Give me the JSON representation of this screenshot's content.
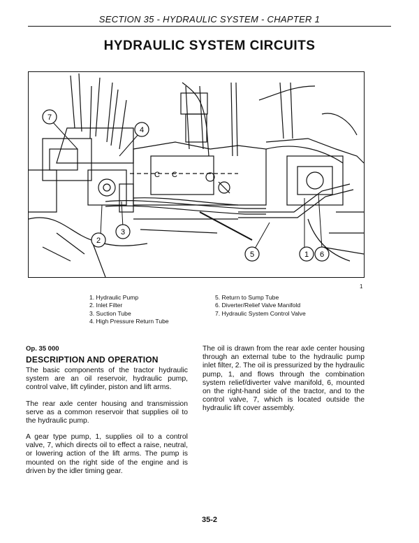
{
  "header": {
    "section": "SECTION 35 - HYDRAULIC SYSTEM - CHAPTER 1"
  },
  "page_title": "HYDRAULIC SYSTEM CIRCUITS",
  "figure": {
    "number": "1",
    "callouts": [
      "1",
      "2",
      "3",
      "4",
      "5",
      "6",
      "7"
    ],
    "labels": [
      "C",
      "C"
    ]
  },
  "legend": {
    "left": [
      "1.   Hydraulic Pump",
      "2.   Inlet Filter",
      "3.   Suction Tube",
      "4.   High Pressure Return Tube"
    ],
    "right": [
      "5.   Return to Sump Tube",
      "6.   Diverter/Relief Valve Manifold",
      "7.   Hydraulic System Control Valve"
    ]
  },
  "op_code": "Op. 35 000",
  "section_title": "DESCRIPTION AND OPERATION",
  "paragraphs": [
    "The basic components of the tractor hydraulic system are an oil reservoir, hydraulic pump, control valve, lift cylinder, piston and lift arms.",
    "The rear axle center housing and transmission serve as a common reservoir that supplies oil to the hydraulic pump.",
    "A gear type pump, 1, supplies oil to a control valve, 7, which directs oil to effect a raise, neutral, or lowering action of the lift arms. The pump is mounted on the right side of the engine and is driven by the idler timing gear.",
    "The oil is drawn from the rear axle center housing through an external tube to the hydraulic pump inlet filter, 2. The oil is pressurized by the hydraulic pump, 1, and flows through the combination system relief/diverter valve manifold, 6, mounted on the right-hand side of the tractor, and to the control valve, 7, which is located outside the hydraulic lift cover assembly."
  ],
  "page_number": "35-2"
}
